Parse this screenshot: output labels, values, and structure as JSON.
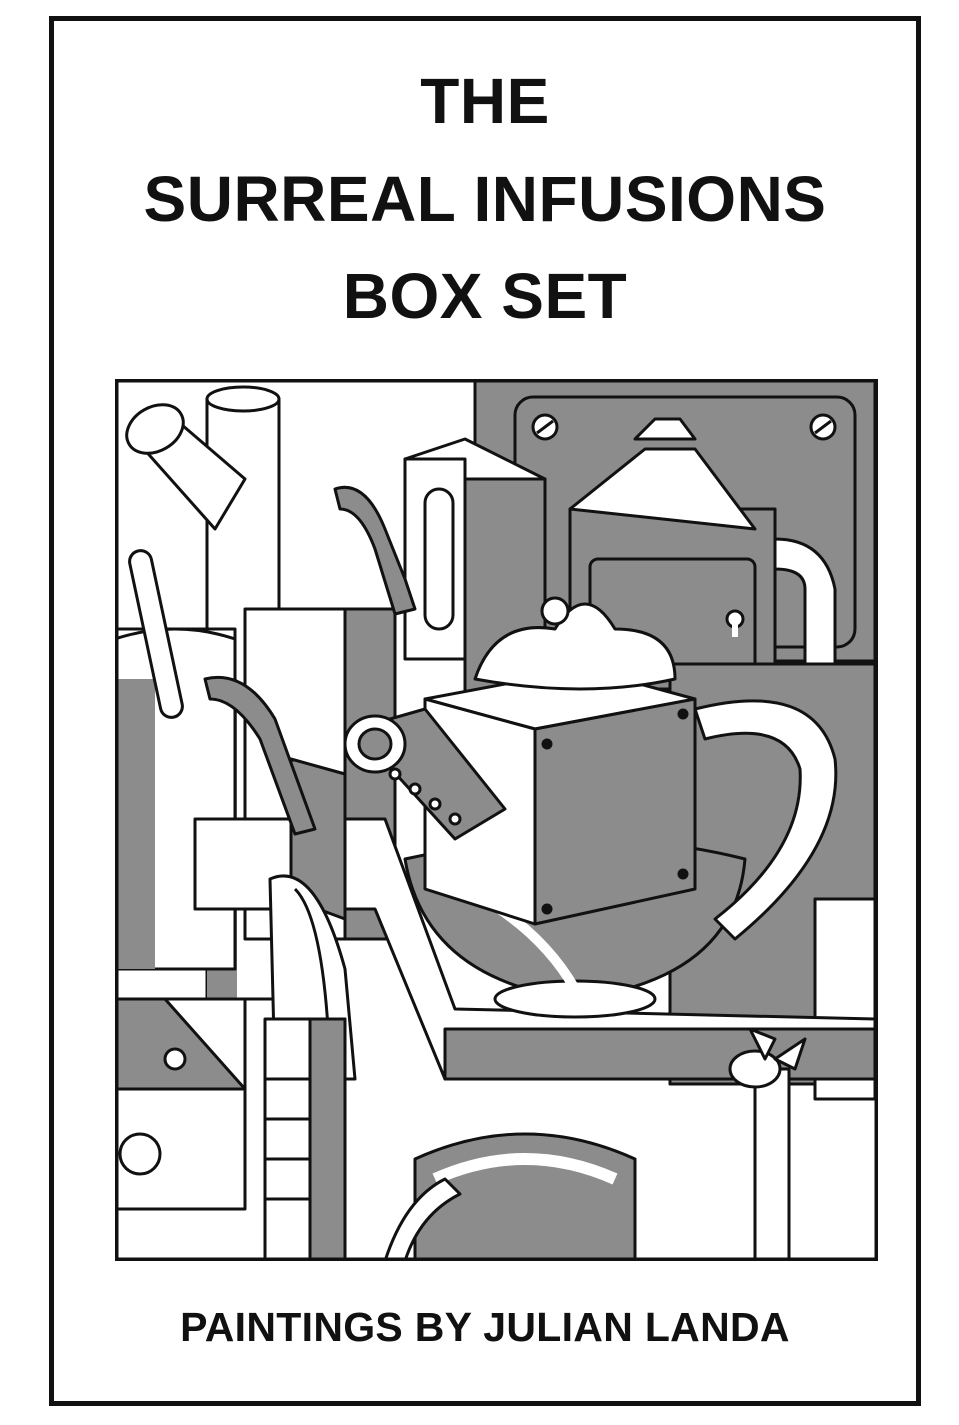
{
  "cover": {
    "title_line_1": "THE",
    "title_line_2": "SURREAL INFUSIONS",
    "title_line_3": "BOX SET",
    "credit": "PAINTINGS BY JULIAN LANDA"
  },
  "colors": {
    "ink": "#111111",
    "gray": "#8c8c8c",
    "light": "#ffffff"
  },
  "artwork": {
    "style": "black-and-white line illustration, cubist still life with teapot"
  }
}
